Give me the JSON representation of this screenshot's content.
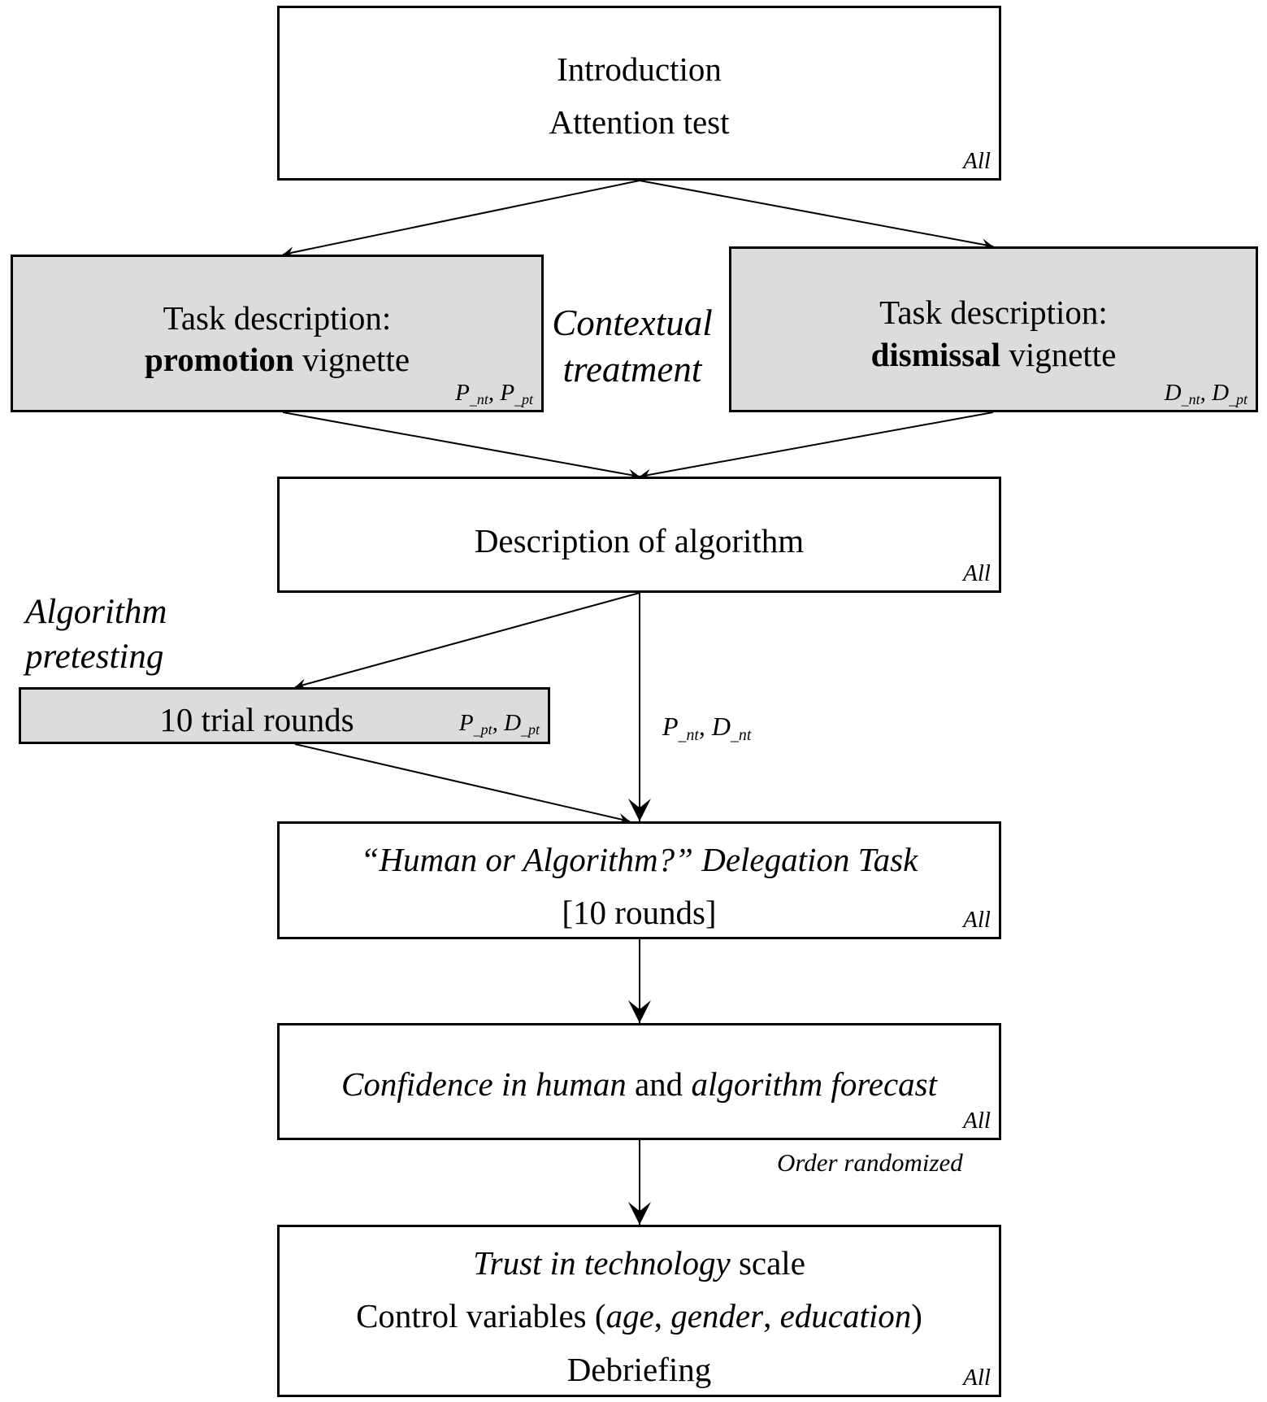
{
  "nodes": {
    "intro": {
      "lines": [
        "Introduction",
        "Attention test"
      ],
      "tag": "All"
    },
    "promotion": {
      "line1": "Task description:",
      "bold": "promotion",
      "rest": " vignette",
      "tag_a": "P",
      "tag_a_sub": "_nt",
      "tag_sep": ", ",
      "tag_b": "P",
      "tag_b_sub": "_pt"
    },
    "dismissal": {
      "line1": "Task description:",
      "bold": "dismissal",
      "rest": " vignette",
      "tag_a": "D",
      "tag_a_sub": "_nt",
      "tag_sep": ", ",
      "tag_b": "D",
      "tag_b_sub": "_pt"
    },
    "algorithm_desc": {
      "line1": "Description of algorithm",
      "tag": "All"
    },
    "trial": {
      "line1": "10 trial rounds",
      "tag_a": "P",
      "tag_a_sub": "_pt",
      "tag_sep": ", ",
      "tag_b": "D",
      "tag_b_sub": "_pt"
    },
    "delegation": {
      "line1": "“Human or Algorithm?” Delegation Task",
      "line2": "[10 rounds]",
      "tag": "All"
    },
    "confidence": {
      "part1": "Confidence in human",
      "part2": " and ",
      "part3": "algorithm forecast",
      "tag": "All"
    },
    "trust": {
      "l1_italic": "Trust in technology",
      "l1_rest": " scale",
      "l2_a": "Control variables (",
      "l2_age": "age",
      "l2_c1": ", ",
      "l2_gender": "gender",
      "l2_c2": ", ",
      "l2_edu": "education",
      "l2_close": ")",
      "l3": "Debriefing",
      "tag": "All"
    }
  },
  "labels": {
    "contextual_line1": "Contextual",
    "contextual_line2": "treatment",
    "pretest_line1": "Algorithm",
    "pretest_line2": "pretesting",
    "direct_path": {
      "a": "P",
      "a_sub": "_nt",
      "sep": ", ",
      "b": "D",
      "b_sub": "_nt"
    },
    "order_randomized": "Order randomized"
  },
  "colors": {
    "line": "#000000",
    "treatment_fill": "#dcdcdc",
    "box_fill": "#ffffff"
  }
}
